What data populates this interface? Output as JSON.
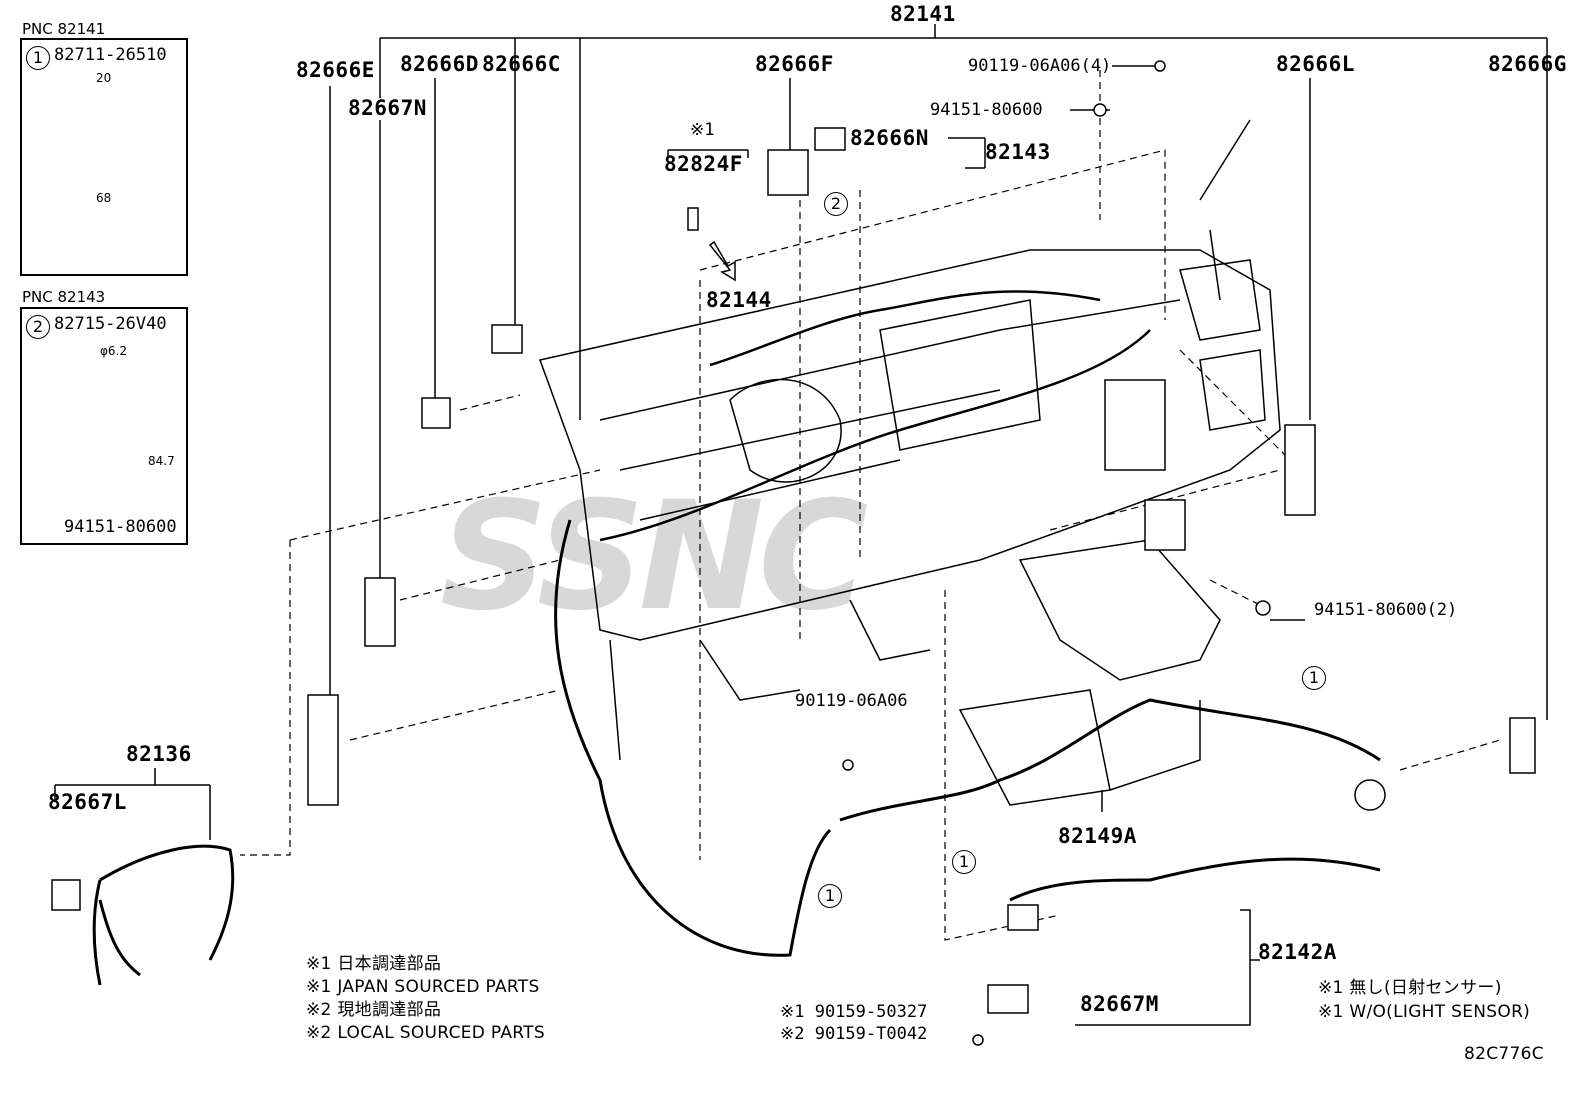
{
  "top_part": "82141",
  "insets": [
    {
      "pnc_label": "PNC 82141",
      "circle": "1",
      "part_no": "82711-26510",
      "dim_top": "20",
      "dim_bottom": "68"
    },
    {
      "pnc_label": "PNC 82143",
      "circle": "2",
      "part_no": "82715-26V40",
      "dim_diameter": "φ6.2",
      "dim_height": "84.7",
      "clip_part": "94151-80600"
    }
  ],
  "labels": {
    "p82666E": "82666E",
    "p82666D": "82666D",
    "p82666C": "82666C",
    "p82667N": "82667N",
    "p82666F": "82666F",
    "bolt_top": "90119-06A06(4)",
    "clip_top": "94151-80600",
    "p82666N": "82666N",
    "p82143": "82143",
    "mark_1": "※1",
    "p82824F": "82824F",
    "p82144": "82144",
    "p82666L": "82666L",
    "p82666G": "82666G",
    "clip_right": "94151-80600(2)",
    "p82136": "82136",
    "p82667L": "82667L",
    "bolt_mid": "90119-06A06",
    "p82149A": "82149A",
    "p82142A": "82142A",
    "p82667M": "82667M",
    "screw_1": "※1 90159-50327",
    "screw_2": "※2 90159-T0042",
    "circle_1": "1",
    "circle_2": "2"
  },
  "notes_left": [
    "※1 日本調達部品",
    "※1 JAPAN SOURCED PARTS",
    "※2 現地調達部品",
    "※2 LOCAL SOURCED PARTS"
  ],
  "notes_right": [
    "※1 無し(日射センサー)",
    "※1 W/O(LIGHT SENSOR)"
  ],
  "drawing_code": "82C776C",
  "watermark": "SSNC"
}
